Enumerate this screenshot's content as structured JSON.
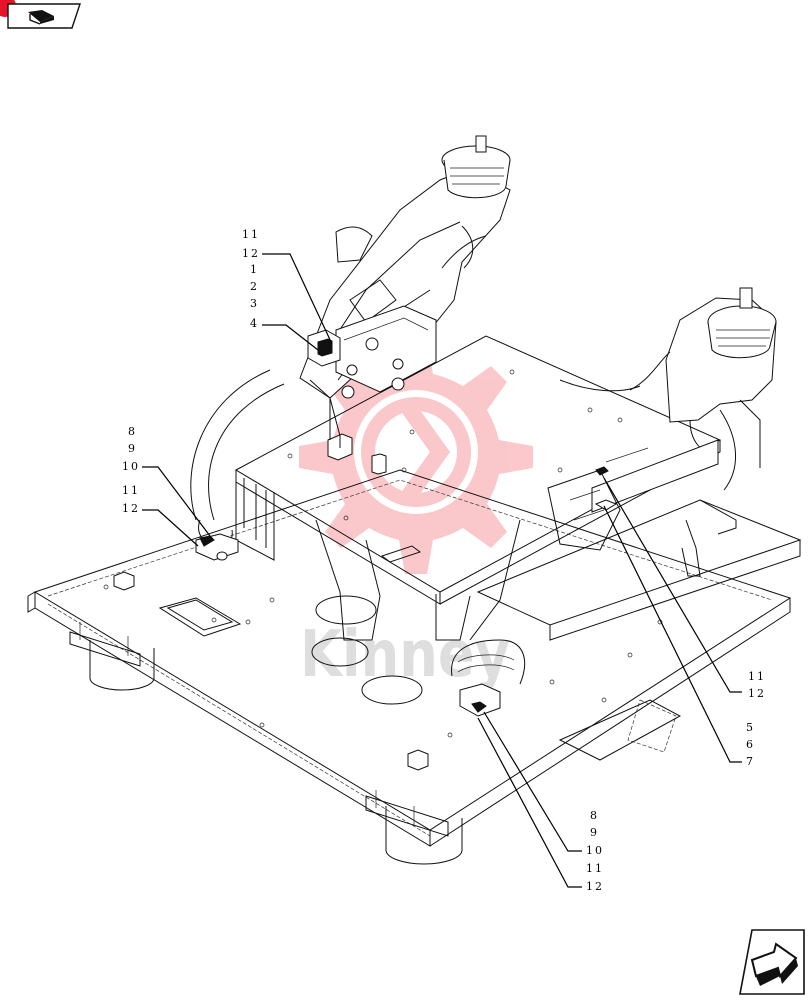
{
  "watermark": {
    "text": "Kinney",
    "color": "#f03a44"
  },
  "nav": {
    "top_button_icon": "book-arrow-icon",
    "bottom_button_icon": "next-page-arrow-icon",
    "badge_color": "#e8132b"
  },
  "callouts": {
    "group_top_left": [
      "11",
      "12",
      "1",
      "2",
      "3",
      "4"
    ],
    "group_mid_left": [
      "8",
      "9",
      "10",
      "11",
      "12"
    ],
    "group_right": [
      "11",
      "12",
      "5",
      "6",
      "7"
    ],
    "group_bottom": [
      "8",
      "9",
      "10",
      "11",
      "12"
    ]
  }
}
